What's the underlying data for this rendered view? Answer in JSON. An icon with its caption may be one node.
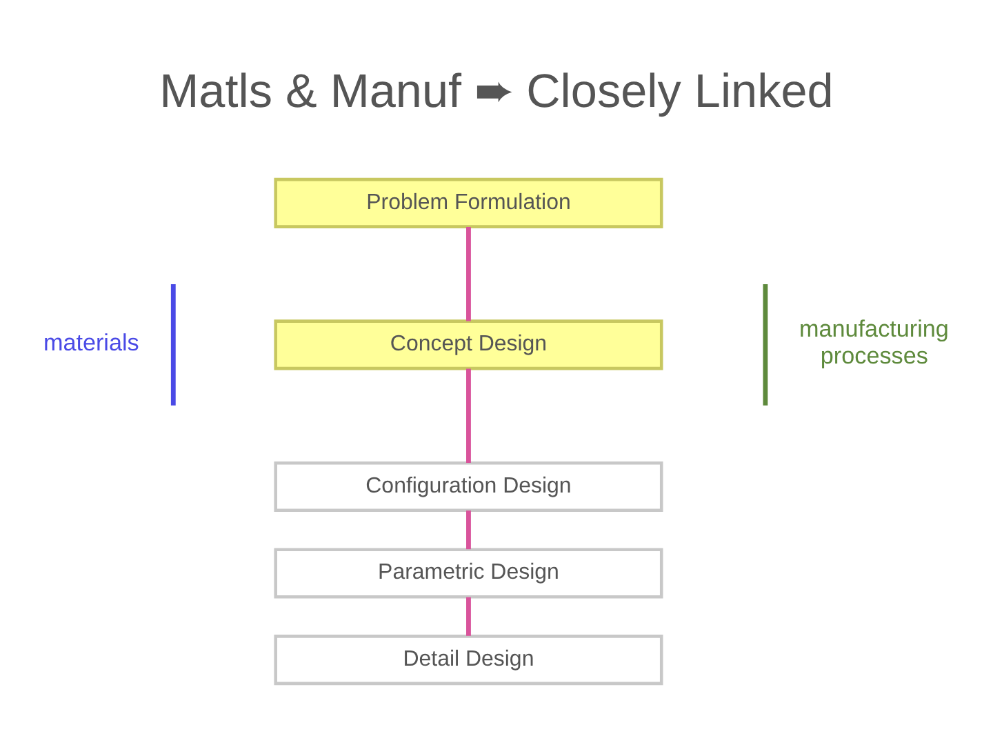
{
  "diagram": {
    "title": "Matls & Manuf ➨ Closely Linked",
    "nodes": [
      {
        "text": [
          "Problem Formulation"
        ]
      },
      {
        "text": [
          "Concept Design"
        ]
      },
      {
        "text": [
          "Configuration Design"
        ]
      },
      {
        "text": [
          "Parametric Design"
        ]
      },
      {
        "text": [
          "Detail Design"
        ]
      }
    ],
    "edges": [
      {
        "from": 0,
        "to": 1,
        "arrow": "none"
      },
      {
        "from": 1,
        "to": 2,
        "arrow": "none"
      },
      {
        "from": 2,
        "to": 3,
        "arrow": "none"
      },
      {
        "from": 3,
        "to": 4,
        "arrow": "none"
      }
    ],
    "labels": [
      "materials",
      "manufacturing processes"
    ]
  }
}
